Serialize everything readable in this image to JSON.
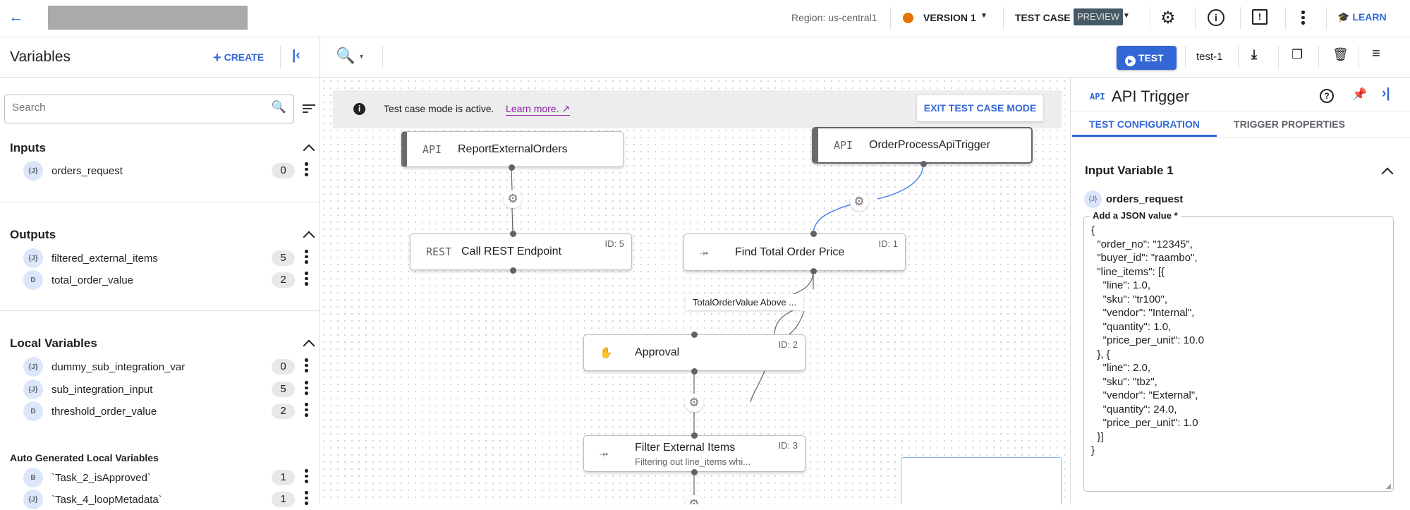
{
  "header": {
    "region": "Region: us-central1",
    "version_label": "VERSION 1",
    "version_status_color": "#e37400",
    "test_case_label": "TEST CASE",
    "preview_badge": "PREVIEW",
    "learn_label": "LEARN",
    "icons": [
      "back-arrow-icon",
      "settings-icon",
      "info-icon",
      "feedback-icon",
      "more-vert-icon",
      "school-icon"
    ]
  },
  "toolbar": {
    "variables_title": "Variables",
    "create_label": "CREATE",
    "test_label": "TEST",
    "test_case_name": "test-1"
  },
  "sidebar": {
    "search_placeholder": "Search",
    "sections": [
      {
        "title": "Inputs",
        "items": [
          {
            "type": "{J}",
            "name": "orders_request",
            "count": "0"
          }
        ]
      },
      {
        "title": "Outputs",
        "items": [
          {
            "type": "{J}",
            "name": "filtered_external_items",
            "count": "5"
          },
          {
            "type": "D",
            "name": "total_order_value",
            "count": "2"
          }
        ]
      },
      {
        "title": "Local Variables",
        "items": [
          {
            "type": "{J}",
            "name": "dummy_sub_integration_var",
            "count": "0"
          },
          {
            "type": "{J}",
            "name": "sub_integration_input",
            "count": "5"
          },
          {
            "type": "D",
            "name": "threshold_order_value",
            "count": "2"
          }
        ]
      },
      {
        "title": "Auto Generated Local Variables",
        "items": [
          {
            "type": "B",
            "name": "`Task_2_isApproved`",
            "count": "1"
          },
          {
            "type": "{J}",
            "name": "`Task_4_loopMetadata`",
            "count": "1"
          }
        ]
      }
    ]
  },
  "canvas": {
    "banner_text": "Test case mode is active.",
    "banner_link": "Learn more.",
    "exit_label": "EXIT TEST CASE MODE",
    "edge_label": "TotalOrderValue Above ...",
    "nodes": [
      {
        "icon": "API",
        "label": "ReportExternalOrders"
      },
      {
        "icon": "API",
        "label": "OrderProcessApiTrigger"
      },
      {
        "icon": "REST",
        "label": "Call REST Endpoint",
        "id": "ID: 5"
      },
      {
        "icon": "⤞",
        "label": "Find Total Order Price",
        "id": "ID: 1"
      },
      {
        "icon": "✋",
        "label": "Approval",
        "id": "ID: 2"
      },
      {
        "icon": "⤞",
        "label": "Filter External Items",
        "id": "ID: 3",
        "subtitle": "Filtering out line_items whi..."
      }
    ]
  },
  "panel": {
    "icon": "API",
    "title": "API Trigger",
    "tabs": [
      {
        "label": "TEST CONFIGURATION",
        "active": true
      },
      {
        "label": "TRIGGER PROPERTIES",
        "active": false
      }
    ],
    "section_title": "Input Variable 1",
    "variable_type": "{J}",
    "variable_name": "orders_request",
    "json_label": "Add a JSON value *",
    "json_value": "{\n  \"order_no\": \"12345\",\n  \"buyer_id\": \"raambo\",\n  \"line_items\": [{\n    \"line\": 1.0,\n    \"sku\": \"tr100\",\n    \"vendor\": \"Internal\",\n    \"quantity\": 1.0,\n    \"price_per_unit\": 10.0\n  }, {\n    \"line\": 2.0,\n    \"sku\": \"tbz\",\n    \"vendor\": \"External\",\n    \"quantity\": 24.0,\n    \"price_per_unit\": 1.0\n  }]\n}"
  },
  "colors": {
    "accent": "#3367d6",
    "link": "#8e24aa",
    "preview_bg": "#455a64"
  }
}
